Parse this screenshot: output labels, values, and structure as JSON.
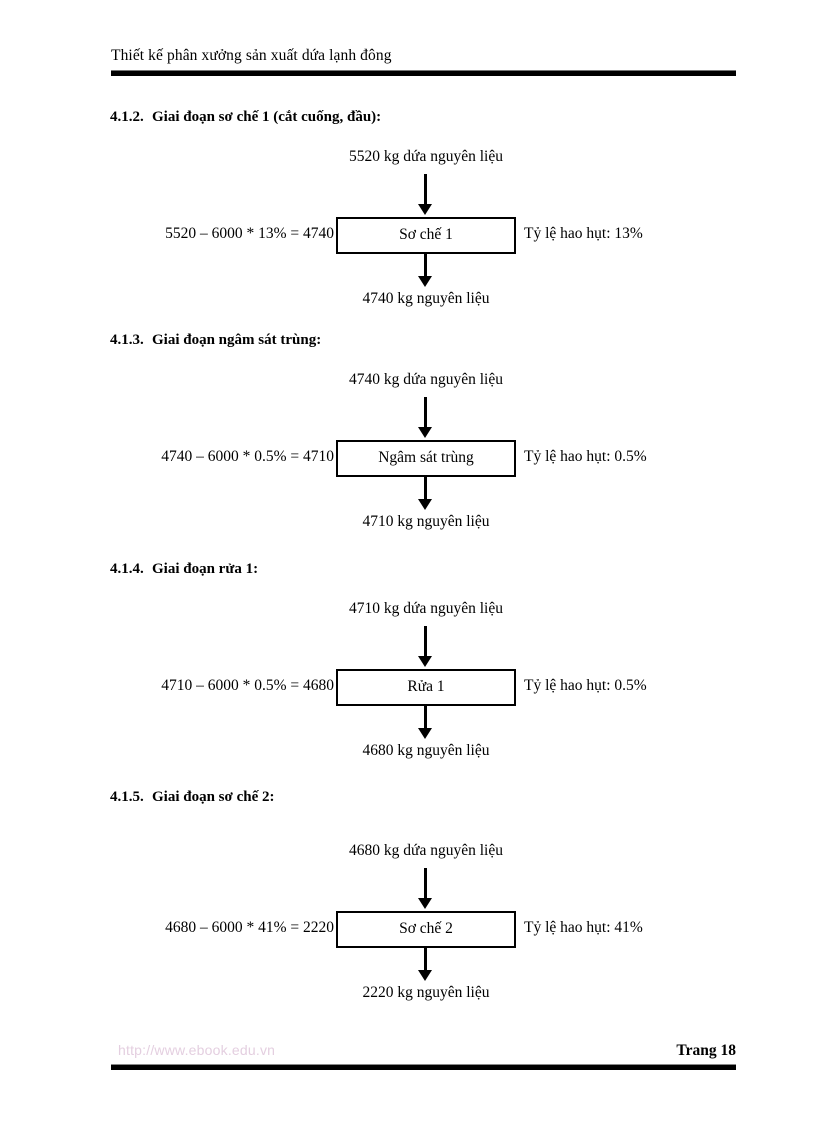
{
  "document": {
    "running_header": "Thiết kế phân xưởng sản xuất dứa lạnh đông",
    "page_label": "Trang 18",
    "watermark": "http://www.ebook.edu.vn"
  },
  "sections": [
    {
      "number": "4.1.2.",
      "title": "Giai đoạn sơ chế 1 (cắt cuống, đầu):",
      "flow": {
        "input_label": "5520 kg dứa nguyên liệu",
        "process_label": "Sơ chế 1",
        "equation": "5520 – 6000 * 13% = 4740",
        "loss_label": "Tỷ lệ hao hụt: 13%",
        "output_label": "4740 kg nguyên liệu"
      }
    },
    {
      "number": "4.1.3.",
      "title": "Giai đoạn ngâm sát trùng:",
      "flow": {
        "input_label": "4740 kg dứa nguyên liệu",
        "process_label": "Ngâm sát trùng",
        "equation": "4740 – 6000 * 0.5% = 4710",
        "loss_label": "Tỷ lệ hao hụt: 0.5%",
        "output_label": "4710 kg nguyên liệu"
      }
    },
    {
      "number": "4.1.4.",
      "title": "Giai đoạn rửa 1:",
      "flow": {
        "input_label": "4710 kg dứa nguyên liệu",
        "process_label": "Rửa 1",
        "equation": "4710 – 6000 * 0.5% = 4680",
        "loss_label": "Tỷ lệ hao hụt: 0.5%",
        "output_label": "4680 kg nguyên liệu"
      }
    },
    {
      "number": "4.1.5.",
      "title": "Giai đoạn sơ chế 2:",
      "flow": {
        "input_label": "4680 kg dứa nguyên liệu",
        "process_label": "Sơ chế 2",
        "equation": "4680 – 6000 * 41% = 2220",
        "loss_label": "Tỷ lệ hao hụt: 41%",
        "output_label": "2220 kg nguyên liệu"
      }
    }
  ]
}
